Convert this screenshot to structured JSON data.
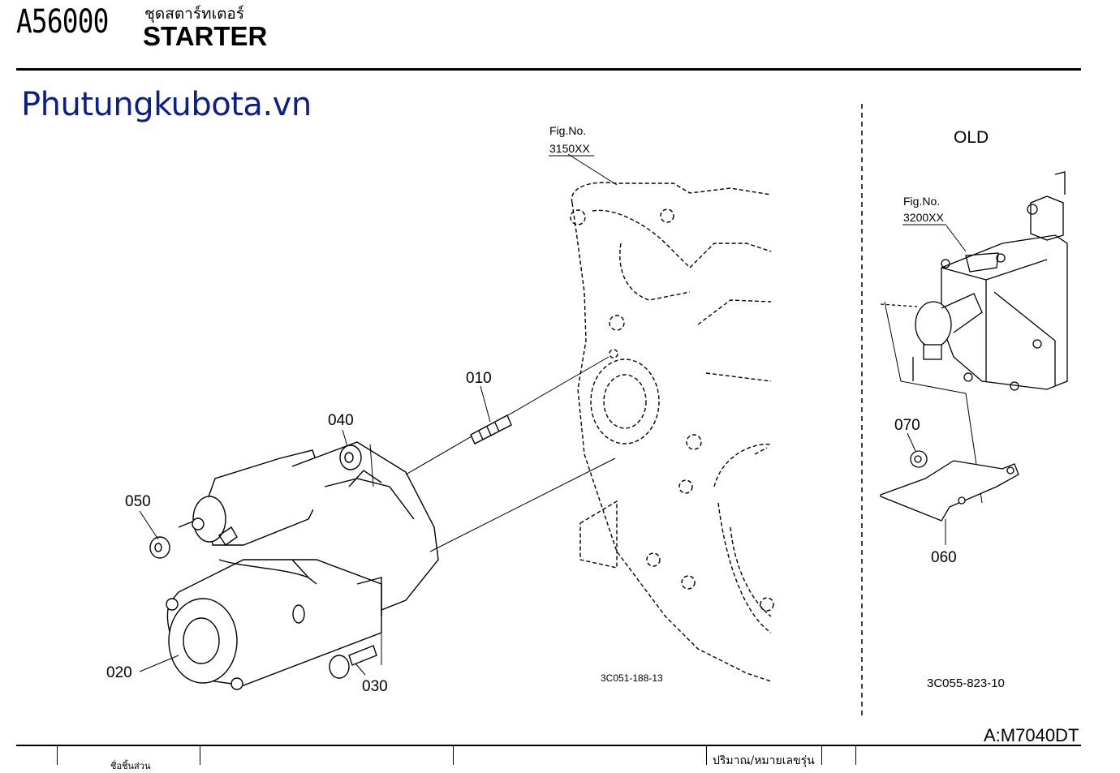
{
  "header": {
    "code": "A56000",
    "title_thai": "ชุดสตาร์ทเตอร์",
    "title_en": "STARTER"
  },
  "watermark": "Phutungkubota.vn",
  "model": "A:M7040DT",
  "diagram_main": {
    "fig_label": "Fig.No.",
    "fig_no": "3150XX",
    "drawing_no": "3C051-188-13",
    "callouts": [
      "010",
      "020",
      "030",
      "040",
      "050"
    ]
  },
  "diagram_old": {
    "title": "OLD",
    "fig_label": "Fig.No.",
    "fig_no": "3200XX",
    "drawing_no": "3C055-823-10",
    "callouts": [
      "060",
      "070"
    ]
  },
  "table": {
    "header_qty": "ปริมาณ/หมายเลขรุ่น",
    "header_name": "ชื่อชิ้นส่วน"
  },
  "colors": {
    "brand": "#0b1e8a",
    "ink": "#000000"
  }
}
